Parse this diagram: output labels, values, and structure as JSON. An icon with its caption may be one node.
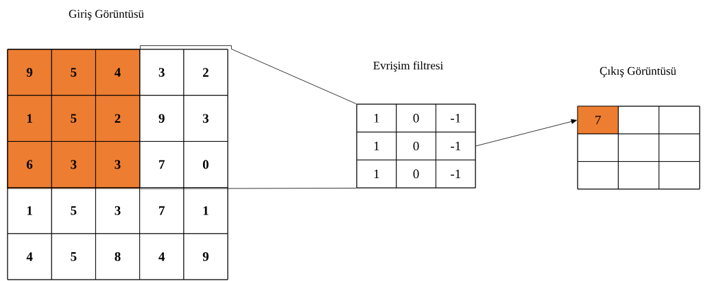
{
  "diagram": {
    "nodes": [
      {
        "text": [
          "Giriş Görüntüsü"
        ]
      },
      {
        "text": [],
        "shape": "box",
        "in": 0
      },
      {
        "text": [
          "9"
        ],
        "in": 1
      },
      {
        "text": [
          "5"
        ],
        "in": 1
      },
      {
        "text": [
          "4"
        ],
        "in": 1
      },
      {
        "text": [
          "3"
        ],
        "in": 0
      },
      {
        "text": [
          "2"
        ],
        "in": 0
      },
      {
        "text": [
          "1"
        ],
        "in": 1
      },
      {
        "text": [
          "5"
        ],
        "in": 1
      },
      {
        "text": [
          "2"
        ],
        "in": 1
      },
      {
        "text": [
          "9"
        ],
        "in": 0
      },
      {
        "text": [
          "3"
        ],
        "in": 0
      },
      {
        "text": [
          "6"
        ],
        "in": 1
      },
      {
        "text": [
          "3"
        ],
        "in": 1
      },
      {
        "text": [
          "3"
        ],
        "in": 1
      },
      {
        "text": [
          "7"
        ],
        "in": 0
      },
      {
        "text": [
          "0"
        ],
        "in": 0
      },
      {
        "text": [
          "1"
        ],
        "in": 0
      },
      {
        "text": [
          "5"
        ],
        "in": 0
      },
      {
        "text": [
          "3"
        ],
        "in": 0
      },
      {
        "text": [
          "7"
        ],
        "in": 0
      },
      {
        "text": [
          "1"
        ],
        "in": 0
      },
      {
        "text": [
          "4"
        ],
        "in": 0
      },
      {
        "text": [
          "5"
        ],
        "in": 0
      },
      {
        "text": [
          "8"
        ],
        "in": 0
      },
      {
        "text": [
          "4"
        ],
        "in": 0
      },
      {
        "text": [
          "9"
        ],
        "in": 0
      },
      {
        "text": [
          "Evrişim filtresi"
        ]
      },
      {
        "text": [
          "1"
        ],
        "in": 27
      },
      {
        "text": [
          "0"
        ],
        "in": 27
      },
      {
        "text": [
          "-1"
        ],
        "in": 27
      },
      {
        "text": [
          "1"
        ],
        "in": 27
      },
      {
        "text": [
          "0"
        ],
        "in": 27
      },
      {
        "text": [
          "-1"
        ],
        "in": 27
      },
      {
        "text": [
          "1"
        ],
        "in": 27
      },
      {
        "text": [
          "0"
        ],
        "in": 27
      },
      {
        "text": [
          "-1"
        ],
        "in": 27
      },
      {
        "text": [
          "Çıkış Görüntüsü"
        ]
      },
      {
        "text": [
          "7"
        ],
        "in": 37
      },
      {
        "text": [],
        "shape": "box",
        "in": 37
      },
      {
        "text": [],
        "shape": "box",
        "in": 37
      },
      {
        "text": [],
        "shape": "box",
        "in": 37
      },
      {
        "text": [],
        "shape": "box",
        "in": 37
      },
      {
        "text": [],
        "shape": "box",
        "in": 37
      },
      {
        "text": [],
        "shape": "box",
        "in": 37
      },
      {
        "text": [],
        "shape": "box",
        "in": 37
      },
      {
        "text": [],
        "shape": "box",
        "in": 37
      }
    ],
    "edges": [
      {
        "from": 1,
        "to": 27,
        "arrow": "none"
      },
      {
        "from": 1,
        "to": 27,
        "arrow": "none"
      },
      {
        "from": 27,
        "to": 38,
        "arrow": "to"
      }
    ]
  }
}
